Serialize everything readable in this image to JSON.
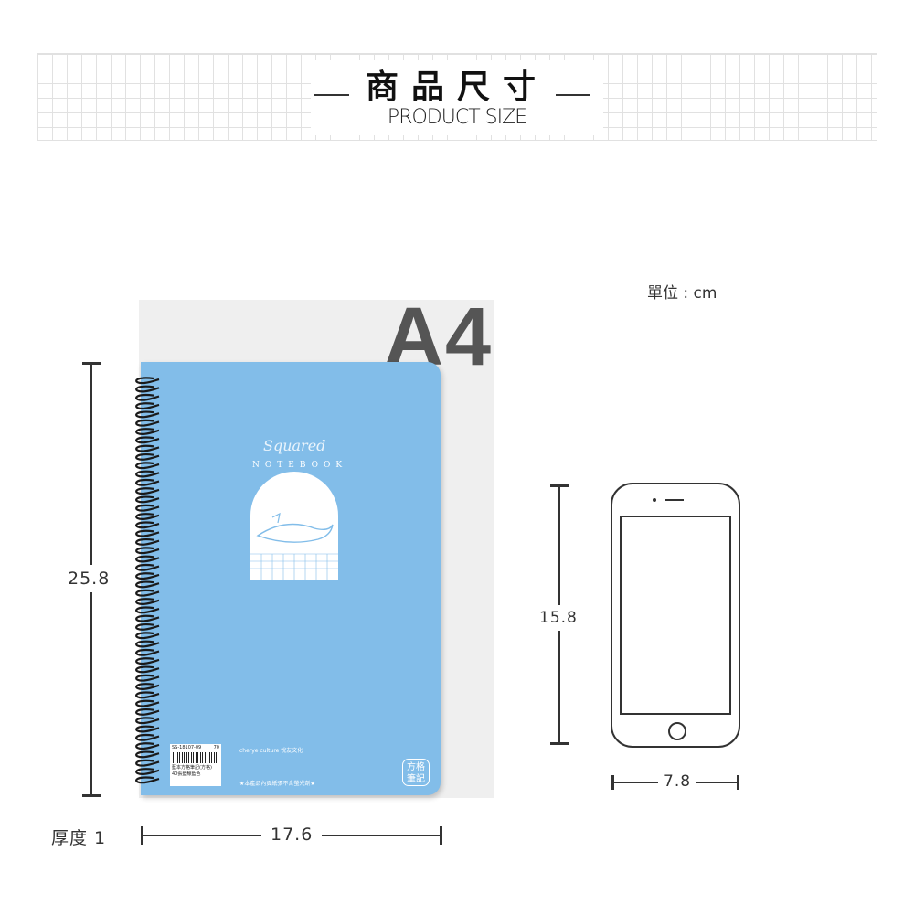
{
  "header": {
    "title": "商品尺寸",
    "subtitle": "PRODUCT SIZE"
  },
  "unit_label": "單位 : cm",
  "a4_label": "A4",
  "notebook": {
    "cover_script": "Squared",
    "cover_arc": "NOTEBOOK",
    "sticker_code": "SS-18107-09",
    "sticker_price": "70",
    "sticker_line1": "藍本方格筆記(方格)",
    "sticker_line2": "40張藍鯨藍色",
    "brand": "cherye culture 悅友文化",
    "notice": "★本產品內頁紙張不含螢光劑★",
    "badge": "方格筆記"
  },
  "dimensions": {
    "height": "25.8",
    "width": "17.6",
    "thickness": "厚度 1",
    "phone_height": "15.8",
    "phone_width": "7.8"
  },
  "colors": {
    "notebook_blue": "#82bde9",
    "a4_gray": "#efefef"
  }
}
